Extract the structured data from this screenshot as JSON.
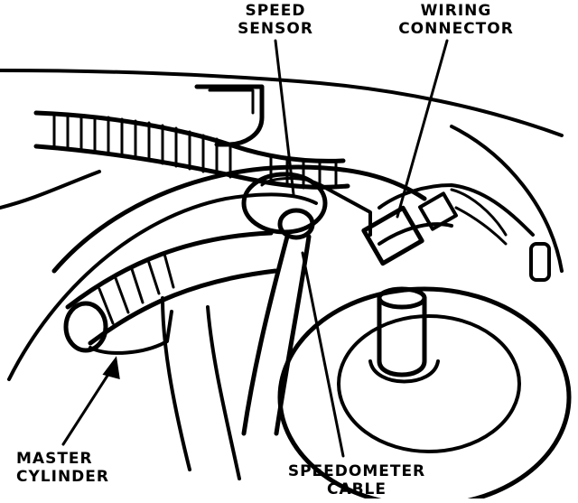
{
  "labels": {
    "speed_sensor": [
      "SPEED",
      "SENSOR"
    ],
    "wiring_connector": [
      "WIRING",
      "CONNECTOR"
    ],
    "master_cylinder": [
      "MASTER",
      "CYLINDER"
    ],
    "speedometer_cable": [
      "SPEEDOMETER",
      "CABLE"
    ]
  },
  "colors": {
    "ink": "#000000",
    "paper": "#ffffff"
  }
}
